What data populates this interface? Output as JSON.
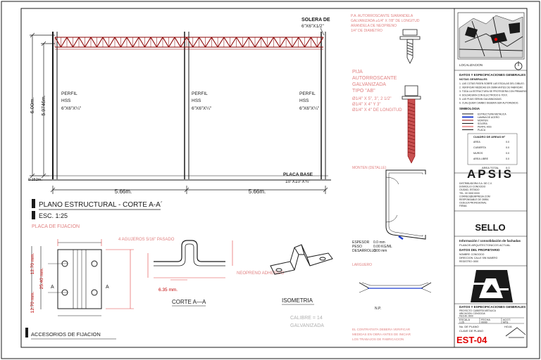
{
  "colors": {
    "line": "#1a1a1a",
    "truss": "#8b0000",
    "note_red": "#e04040",
    "blue": "#1f3fd0",
    "title_red": "#e00000"
  },
  "elevation": {
    "solera_label": "SOLERA DE",
    "solera_size": "6\"X6\"X1/2\"",
    "height_main": "6.00m.",
    "height_sub": "5.9746m.",
    "perfil_word": "PERFIL",
    "hss_word": "HSS",
    "perfil_size": "6\"X6\"X¼\"",
    "base_label": "PLACA BASE",
    "base_size": "10\"X10\"X¾\"",
    "bottom_dim": "0.152m.",
    "span_1": "5.66m.",
    "span_2": "5.66m."
  },
  "title_block_left": {
    "title": "PLANO ESTRUCTURAL - CORTE A-A´",
    "scale": "ESC. 1:25"
  },
  "plate": {
    "heading": "PLACA DE FIJACION",
    "dim_1": "12.70 mm.",
    "dim_2": "25.40 mm.",
    "dim_3": "12.70 mm.",
    "marker": "A",
    "note_holes": "4 AGUJEROS 5/16\" PASADO"
  },
  "cut": {
    "thickness": "6.35 mm.",
    "title": "CORTE A—A",
    "neoprene": "NEOPRENO ADHERIDO"
  },
  "iso": {
    "title": "ISOMETRIA",
    "gauge_1": "CALIBRE = 14",
    "gauge_2": "GALVANIZADA"
  },
  "accessories": {
    "title": "ACCESORIOS DE FIJACION"
  },
  "screw": {
    "top_note_1": "P.A. AUTORROSCANTE S/ARANDELA",
    "top_note_2": "GALVANIZADA ⌀1/4\" X 7/8\" DE LONGITUD",
    "top_note_3": "ARANDELA DE NEOPRENO",
    "top_note_4": "1/4\" DE DIAMETRO",
    "pija_1": "PIJA",
    "pija_2": "AUTORROSCANTE",
    "pija_3": "GALVANIZADA",
    "pija_4": "TIPO \"AB\"",
    "pija_5": "Ø1/4\" X 5\", 3\", 2 1/2\"",
    "pija_6": "Ø1/4\" X 4\" Y 3\"",
    "pija_7": "Ø1/4\" X 4\" DE LONGITUD"
  },
  "channel": {
    "heading": "MONTEN (DETALLE)",
    "label_1": "ESPESOR",
    "label_2": "PESO",
    "label_3": "DESARROLLO",
    "val_1": "0.0 mm",
    "val_2": "0.00 KG/ML",
    "val_3": "0.00 mm",
    "heading_2": "LARGUERO",
    "note_1": "N.P.",
    "note_2": "EL CONTRATISTA DEBERA VERIFICAR",
    "note_3": "MEDIDAS EN OBRA ANTES DE INICIAR",
    "note_4": "LOS TRABAJOS DE FABRICACION"
  },
  "right_block": {
    "location_label": "LOCALIZACION",
    "spec_title": "DATOS Y ESPECIFICACIONES GENERALES",
    "spec_sub": "NOTAS GENERALES",
    "spec_lines": [
      "1. LAS COTAS RIGEN SOBRE LAS ESCALAS DEL DIBUJO.",
      "2. VERIFICAR MEDIDAS EN OBRA ANTES DE FABRICAR.",
      "3. TODA LA ESTRUCTURA SE PROTEGERA CON PRIMARIO.",
      "4. SOLDADURA CON ELECTRODO E-70XX.",
      "5. LAS PIJAS SERAN GALVANIZADAS.",
      "6. CUALQUIER CAMBIO DEBERA SER AUTORIZADO."
    ],
    "legend_title": "SIMBOLOGIA",
    "legend_items": [
      "ESTRUCTURA METALICA",
      "LAMINA DE ACERO",
      "MONTEN",
      "SOLERA",
      "PERFIL HSS",
      "PLACA"
    ],
    "table_title": "CUADRO DE AREAS M²",
    "table_rows": [
      {
        "name": "AREA",
        "val": "0.0"
      },
      {
        "name": "CUBIERTA",
        "val": "0.0"
      },
      {
        "name": "MUROS",
        "val": "0.0"
      },
      {
        "name": "AREA LIBRE",
        "val": "0.0"
      }
    ],
    "table_total_label": "AREA TOTAL",
    "table_total_val": "0.0",
    "brand": "APSIS",
    "company_lines": [
      "DISTRIBUIDORA S.A. DE C.V.",
      "DOMICILIO CONOCIDO",
      "CIUDAD, ESTADO",
      "TEL. 00 0000 0000",
      "CORREO@EMPRESA.COM",
      "RESPONSABLE DE OBRA",
      "CEDULA PROFESIONAL",
      "FIRMA"
    ],
    "seal": "SELLO",
    "info_title": "Información / consolidación de fachadas",
    "info_sub": "PLANOS ARQUITECTONICOS ACTUAL",
    "owner_title": "DATOS DEL PROPIETARIO",
    "owner_lines": [
      "NOMBRE: CONOCIDO",
      "DIRECCION: CALLE SIN NUMERO",
      "REGISTRO: 0000"
    ],
    "spec2_title": "DATOS Y ESPECIFICACIONES GENERALES",
    "spec2_lines": [
      "PROYECTO: CUBIERTA METALICA",
      "UBICACION: CONOCIDA",
      "FECHA: 0000"
    ],
    "meta_l1": "ESCALA",
    "meta_l2": "FECHA",
    "meta_l3": "ACOT.",
    "meta_v1": "1:25",
    "meta_v2": "00/00",
    "meta_v3": "MTS",
    "plan_no_label": "No. DE PLANO",
    "plan_type": "CLAVE DE PLANO",
    "sheet_label": "HOJA",
    "sheet_code": "EST-04"
  }
}
